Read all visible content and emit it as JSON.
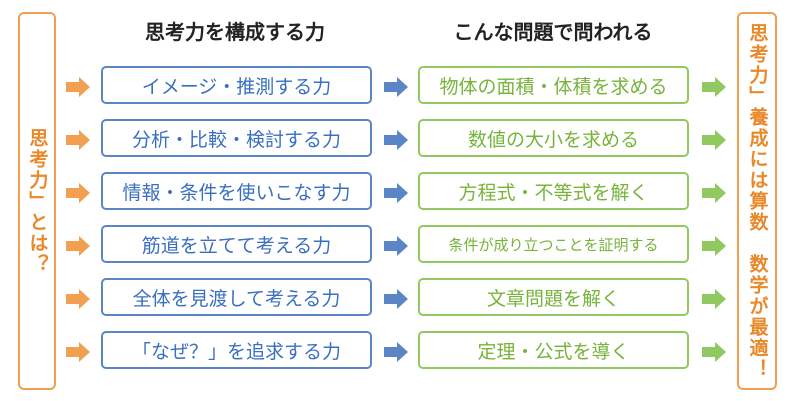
{
  "headers": {
    "left": "思考力を構成する力",
    "right": "こんな問題で問われる"
  },
  "left_side_label": "思考力」とは？",
  "right_side_label": "思考力」養成には算数　数学が最適！",
  "rows": [
    {
      "skill": "イメージ・推測する力",
      "problem": "物体の面積・体積を求める"
    },
    {
      "skill": "分析・比較・検討する力",
      "problem": "数値の大小を求める"
    },
    {
      "skill": "情報・条件を使いこなす力",
      "problem": "方程式・不等式を解く"
    },
    {
      "skill": "筋道を立てて考える力",
      "problem": "条件が成り立つことを証明する"
    },
    {
      "skill": "全体を見渡して考える力",
      "problem": "文章問題を解く"
    },
    {
      "skill": "「なぜ？」を追求する力",
      "problem": "定理・公式を導く"
    }
  ],
  "colors": {
    "orange": "#f0a050",
    "blue": "#5b86c5",
    "blue_text": "#3a6fc0",
    "green": "#92c860",
    "green_text": "#78b43a"
  },
  "icons": {
    "orange_arrow": "arrow-right-icon",
    "blue_arrow": "arrow-right-icon",
    "green_arrow": "arrow-right-icon"
  }
}
